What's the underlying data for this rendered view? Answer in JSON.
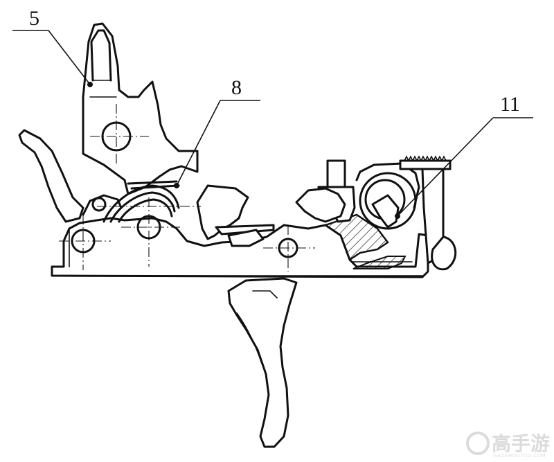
{
  "callouts": [
    {
      "id": "part-5",
      "label": "5"
    },
    {
      "id": "part-8",
      "label": "8"
    },
    {
      "id": "part-11",
      "label": "11"
    }
  ],
  "watermark": {
    "text": "高手游",
    "subtext": "GAOSHOUYOU.COM"
  },
  "colors": {
    "line": "#111111",
    "background": "#ffffff",
    "watermark": "#d8d8d8"
  }
}
